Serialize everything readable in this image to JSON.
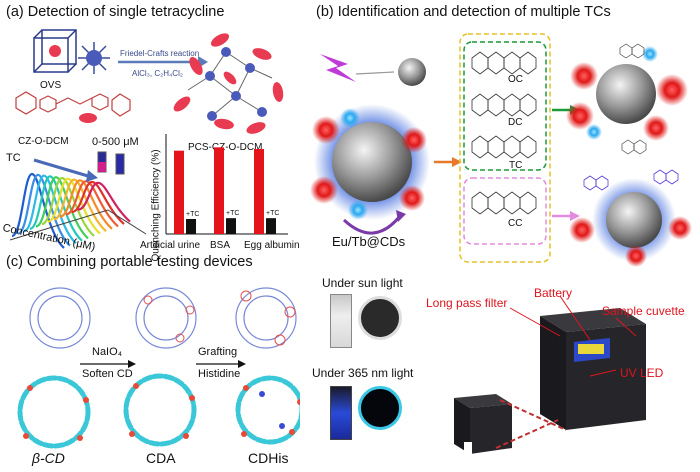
{
  "panel_a": {
    "title": "(a) Detection of single tetracycline",
    "ovs_label": "OVS",
    "reaction_name": "Friedel-Crafts reaction",
    "reaction_conditions": "AlCl₃, C₂H₄Cl₂",
    "monomer_label": "CZ-O-DCM",
    "product_label": "PCS-CZ-O-DCM",
    "spectra": {
      "range_label": "0-500 μM",
      "tc_label": "TC",
      "x_label": "Concentration (μM)",
      "colors": [
        "#1f5ccf",
        "#3a8ee6",
        "#2fb9e6",
        "#23c9b7",
        "#3fcf5a",
        "#9ad63a",
        "#e6e02a",
        "#f5b42a",
        "#f58a2a",
        "#ef5a30",
        "#e0302a",
        "#d02060"
      ]
    },
    "bar_chart": {
      "y_label": "Quenching Efficiency (%)",
      "plus_tc": "+TC",
      "categories": [
        "Artificial urine",
        "BSA",
        "Egg albumin"
      ],
      "red_values": [
        100,
        104,
        102
      ],
      "black_values": [
        18,
        19,
        19
      ],
      "red_color": "#e5141c",
      "black_color": "#111111"
    }
  },
  "panel_b": {
    "title": "(b) Identification and detection of multiple TCs",
    "probe_label": "Eu/Tb@CDs",
    "analytes": [
      "OC",
      "DC",
      "TC",
      "CC"
    ],
    "colors": {
      "green_box": "#1a9a3a",
      "pink_box": "#e28be0",
      "yellow_box": "#e6c22a",
      "arrow_orange": "#e8792a"
    }
  },
  "panel_c": {
    "title": "(c) Combining portable testing devices",
    "step1_reagent": "NaIO₄",
    "step1_label": "Soften CD",
    "step2_label_a": "Grafting",
    "step2_label_b": "Histidine",
    "molecules": [
      "β-CD",
      "CDA",
      "CDHis"
    ],
    "under_sun": "Under sun light",
    "under_uv": "Under 365 nm light",
    "device_labels": {
      "filter": "Long pass filter",
      "battery": "Battery",
      "cuvette": "Sample cuvette",
      "led": "UV LED"
    }
  }
}
